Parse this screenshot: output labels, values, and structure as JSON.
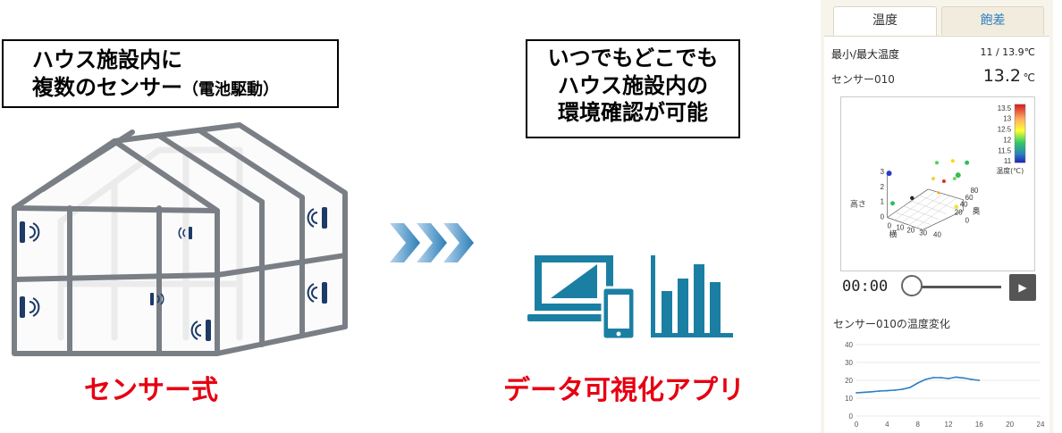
{
  "left_callout": {
    "line1": "ハウス施設内に",
    "line2": "複数のセンサー",
    "line2_sub": "（電池駆動）"
  },
  "left_caption": "センサー式",
  "right_callout": {
    "line1": "いつでもどこでも",
    "line2": "ハウス施設内の",
    "line3": "環境確認が可能"
  },
  "right_caption": "データ可視化アプリ",
  "colors": {
    "accent_red": "#e60012",
    "icon_teal": "#1b7fa3",
    "chevron_light": "#a8c8e6",
    "chevron_dark": "#2a7eb6"
  },
  "icons": [
    "greenhouse-illustration",
    "wireless-sensor-icon",
    "chevron-arrows-icon",
    "laptop-icon",
    "tablet-icon",
    "smartphone-icon",
    "bar-chart-icon"
  ],
  "app": {
    "tabs": [
      "温度",
      "飽差"
    ],
    "active_tab": "温度",
    "minmax_label": "最小/最大温度",
    "minmax_value": "11 / 13.9℃",
    "sensor_name": "センサー010",
    "sensor_temp": "13.2",
    "sensor_unit": "℃",
    "scatter3d": {
      "colorbar_ticks": [
        "13.5",
        "13",
        "12.5",
        "12",
        "11.5",
        "11"
      ],
      "colorbar_label": "温度(℃)",
      "z_label": "高さ",
      "z_ticks": [
        "3",
        "2",
        "1",
        "0"
      ],
      "x_label": "横",
      "x_ticks": [
        "0",
        "10",
        "20",
        "30",
        "40"
      ],
      "y_label": "奥",
      "y_ticks": [
        "0",
        "20",
        "40",
        "60",
        "80"
      ]
    },
    "time": "00:00",
    "play_icon": "play-icon",
    "history_title": "センサー010の温度変化"
  },
  "chart_data": {
    "type": "line",
    "title": "センサー010の温度変化",
    "xlabel": "",
    "ylabel": "",
    "xlim": [
      0,
      24
    ],
    "ylim": [
      0,
      40
    ],
    "x_ticks": [
      "0",
      "4",
      "8",
      "12",
      "16",
      "20",
      "24"
    ],
    "y_ticks": [
      "0",
      "10",
      "20",
      "30",
      "40"
    ],
    "grid": true,
    "x": [
      0,
      1,
      2,
      3,
      4,
      5,
      6,
      7,
      8,
      9,
      10,
      11,
      12,
      13,
      14,
      15,
      16
    ],
    "y": [
      13,
      13.3,
      13.6,
      14,
      14.2,
      14.5,
      15,
      16,
      18.5,
      20.5,
      21.5,
      21.5,
      21,
      21.8,
      21.3,
      20.5,
      20
    ]
  }
}
